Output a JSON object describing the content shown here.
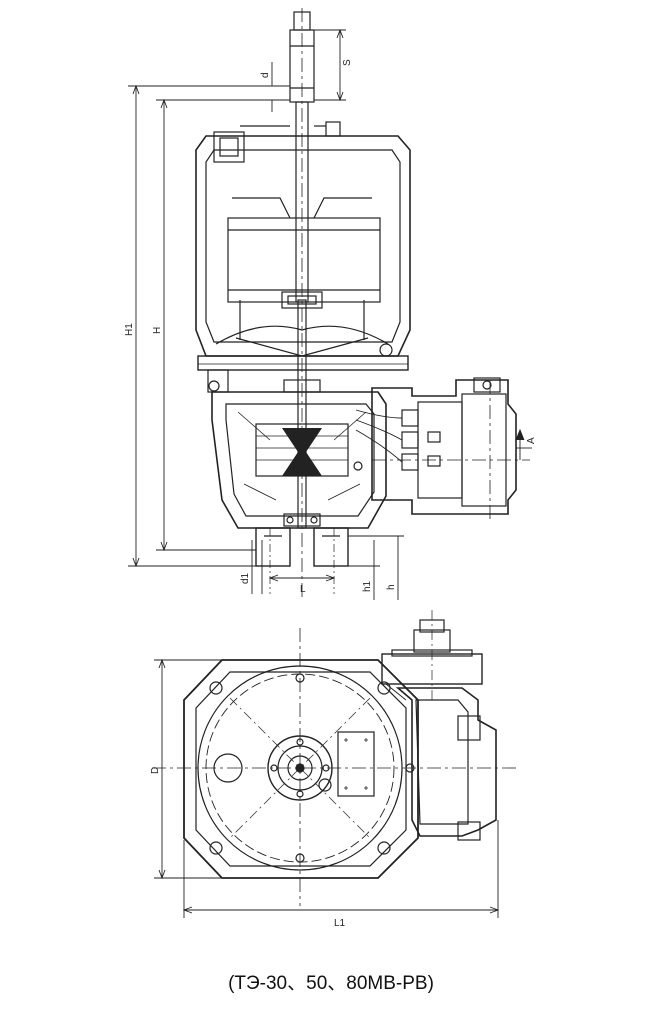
{
  "side_view": {
    "dim_S": "S",
    "dim_d": "d",
    "dim_H1": "H1",
    "dim_H": "H",
    "dim_A": "A",
    "dim_d1": "d1",
    "dim_L": "L",
    "dim_h1": "h1",
    "dim_h": "h"
  },
  "top_view": {
    "dim_D": "D",
    "dim_L1": "L1"
  },
  "caption": "(TЭ-30、50、80MB-PB)"
}
